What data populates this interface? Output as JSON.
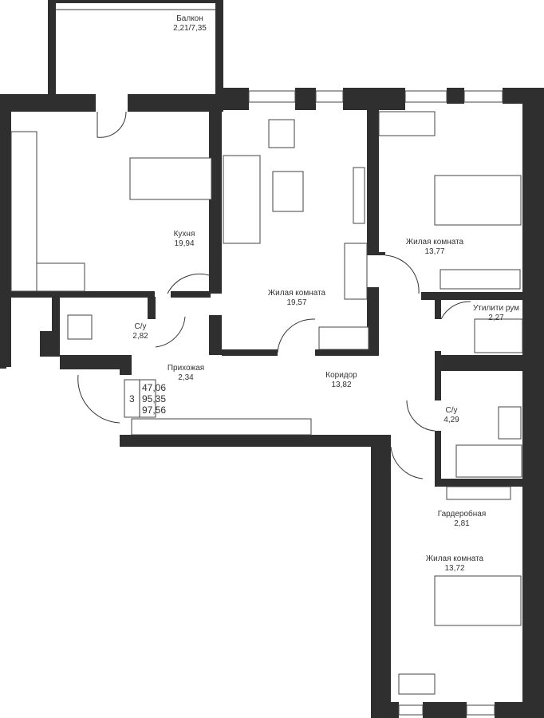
{
  "rooms": {
    "balcony": {
      "name": "Балкон",
      "area": "2,21/7,35"
    },
    "kitchen": {
      "name": "Кухня",
      "area": "19,94"
    },
    "living_big": {
      "name": "Жилая комната",
      "area": "19,57"
    },
    "bedroom_top": {
      "name": "Жилая комната",
      "area": "13,77"
    },
    "utility": {
      "name": "Утилити рум",
      "area": "2,27"
    },
    "bath_small": {
      "name": "С/у",
      "area": "2,82"
    },
    "hall": {
      "name": "Прихожая",
      "area": "2,34"
    },
    "corridor": {
      "name": "Коридор",
      "area": "13,82"
    },
    "bath_big": {
      "name": "С/у",
      "area": "4,29"
    },
    "wardrobe": {
      "name": "Гардеробная",
      "area": "2,81"
    },
    "bedroom_bottom": {
      "name": "Жилая комната",
      "area": "13,72"
    }
  },
  "legend": {
    "rooms_count": "3",
    "living_area": "47,06",
    "total_area": "95,35",
    "total_with_balcony": "97,56"
  },
  "colors": {
    "wall": "#2f2f2f",
    "line": "#333333"
  }
}
